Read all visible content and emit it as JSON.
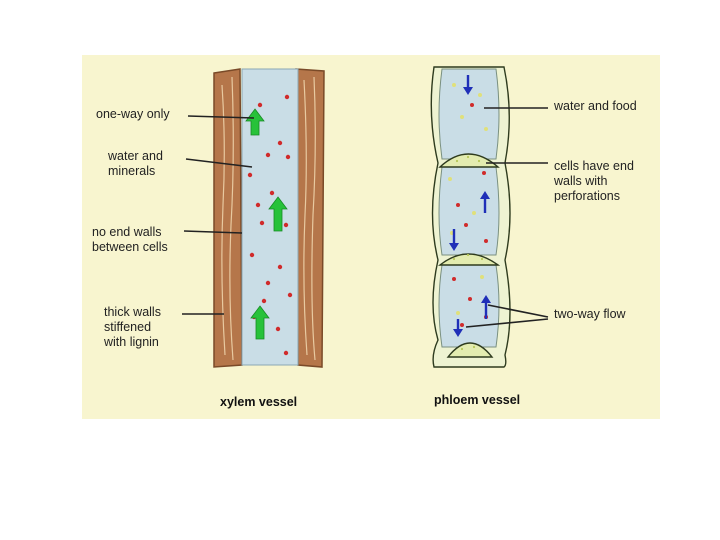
{
  "xylem": {
    "labels": {
      "one_way": "one-way only",
      "water_minerals": "water and\nminerals",
      "no_end_walls": "no end walls\nbetween cells",
      "thick_walls": "thick walls\nstiffened\nwith lignin"
    },
    "caption": "xylem vessel"
  },
  "phloem": {
    "labels": {
      "water_food": "water and food",
      "end_walls": "cells have end\nwalls with\nperforations",
      "two_way": "two-way flow"
    },
    "caption": "phloem vessel"
  },
  "colors": {
    "background": "#f8f5cf",
    "wood": "#b5764a",
    "lumen": "#c9dde6",
    "particle": "#d02b2b",
    "food_particle": "#e0e07a",
    "up_arrow": "#27c23a",
    "flow_arrow": "#1f2fb8",
    "sieve_plate": "#e3ecb0"
  }
}
